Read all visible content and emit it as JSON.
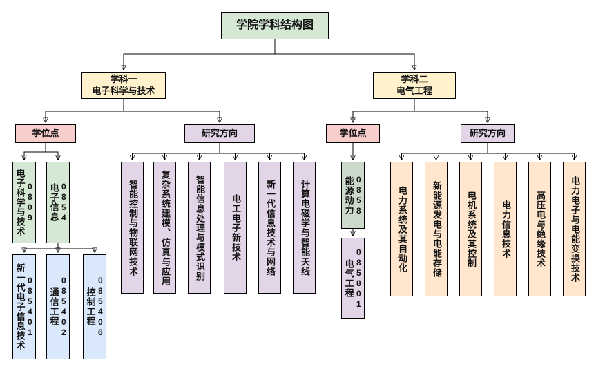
{
  "title": "学院学科结构图",
  "colors": {
    "green": "#d5e8d4",
    "yellow": "#fff2cc",
    "pink": "#f8cecc",
    "purple": "#e1d5e7",
    "blue": "#dae8fc",
    "orange": "#ffe6cc",
    "graygreen": "#ccdacb",
    "line": "#000000"
  },
  "disciplines": [
    {
      "label_line1": "学科一",
      "label_line2": "电子科学与技术",
      "degree_header": "学位点",
      "research_header": "研究方向",
      "degrees": [
        {
          "name": "电子科学与技术",
          "code": "0809"
        },
        {
          "name": "电子信息",
          "code": "0854"
        }
      ],
      "sub_degrees": [
        {
          "name": "新一代电子信息技术",
          "code": "085401"
        },
        {
          "name": "通信工程",
          "code": "085402"
        },
        {
          "name": "控制工程",
          "code": "085406"
        }
      ],
      "research_directions": [
        "智能控制与物联网技术",
        "复杂系统建模、仿真与应用",
        "智能信息处理与模式识别",
        "电工电子新技术",
        "新一代信息技术与网络",
        "计算电磁学与智能天线"
      ]
    },
    {
      "label_line1": "学科二",
      "label_line2": "电气工程",
      "degree_header": "学位点",
      "research_header": "研究方向",
      "degrees": [
        {
          "name": "能源动力",
          "code": "0858"
        }
      ],
      "sub_degrees": [
        {
          "name": "电气工程",
          "code": "085801"
        }
      ],
      "research_directions": [
        "电力系统及其自动化",
        "新能源发电与电能存储",
        "电机系统及其控制",
        "电力信息技术",
        "高压电与绝缘技术",
        "电力电子与电能变换技术"
      ]
    }
  ]
}
